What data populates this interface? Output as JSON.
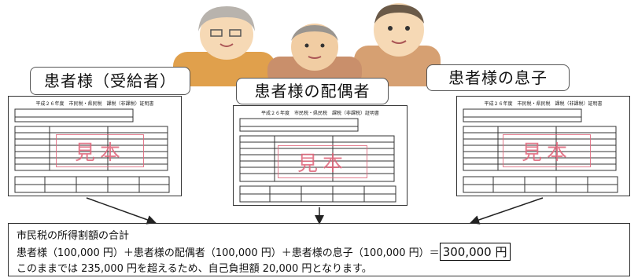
{
  "labels": {
    "recipient": "患者様（受給者）",
    "spouse": "患者様の配偶者",
    "son": "患者様の息子"
  },
  "document": {
    "title": "平成２６年度　市民税・県民税　課税（非課税）証明書",
    "stamp": "見本"
  },
  "summary": {
    "heading": "市民税の所得割額の合計",
    "formula": "患者様（100,000 円）＋患者様の配偶者（100,000 円）＋患者様の息子（100,000 円）＝",
    "total": "300,000 円",
    "conclusion": "このままでは 235,000 円を超えるため、自己負担額 20,000 円となります。"
  },
  "colors": {
    "stamp": "#e0647a",
    "illustration_skin": "#f6d9b5",
    "illustration_shirt": "#e0a04c"
  }
}
